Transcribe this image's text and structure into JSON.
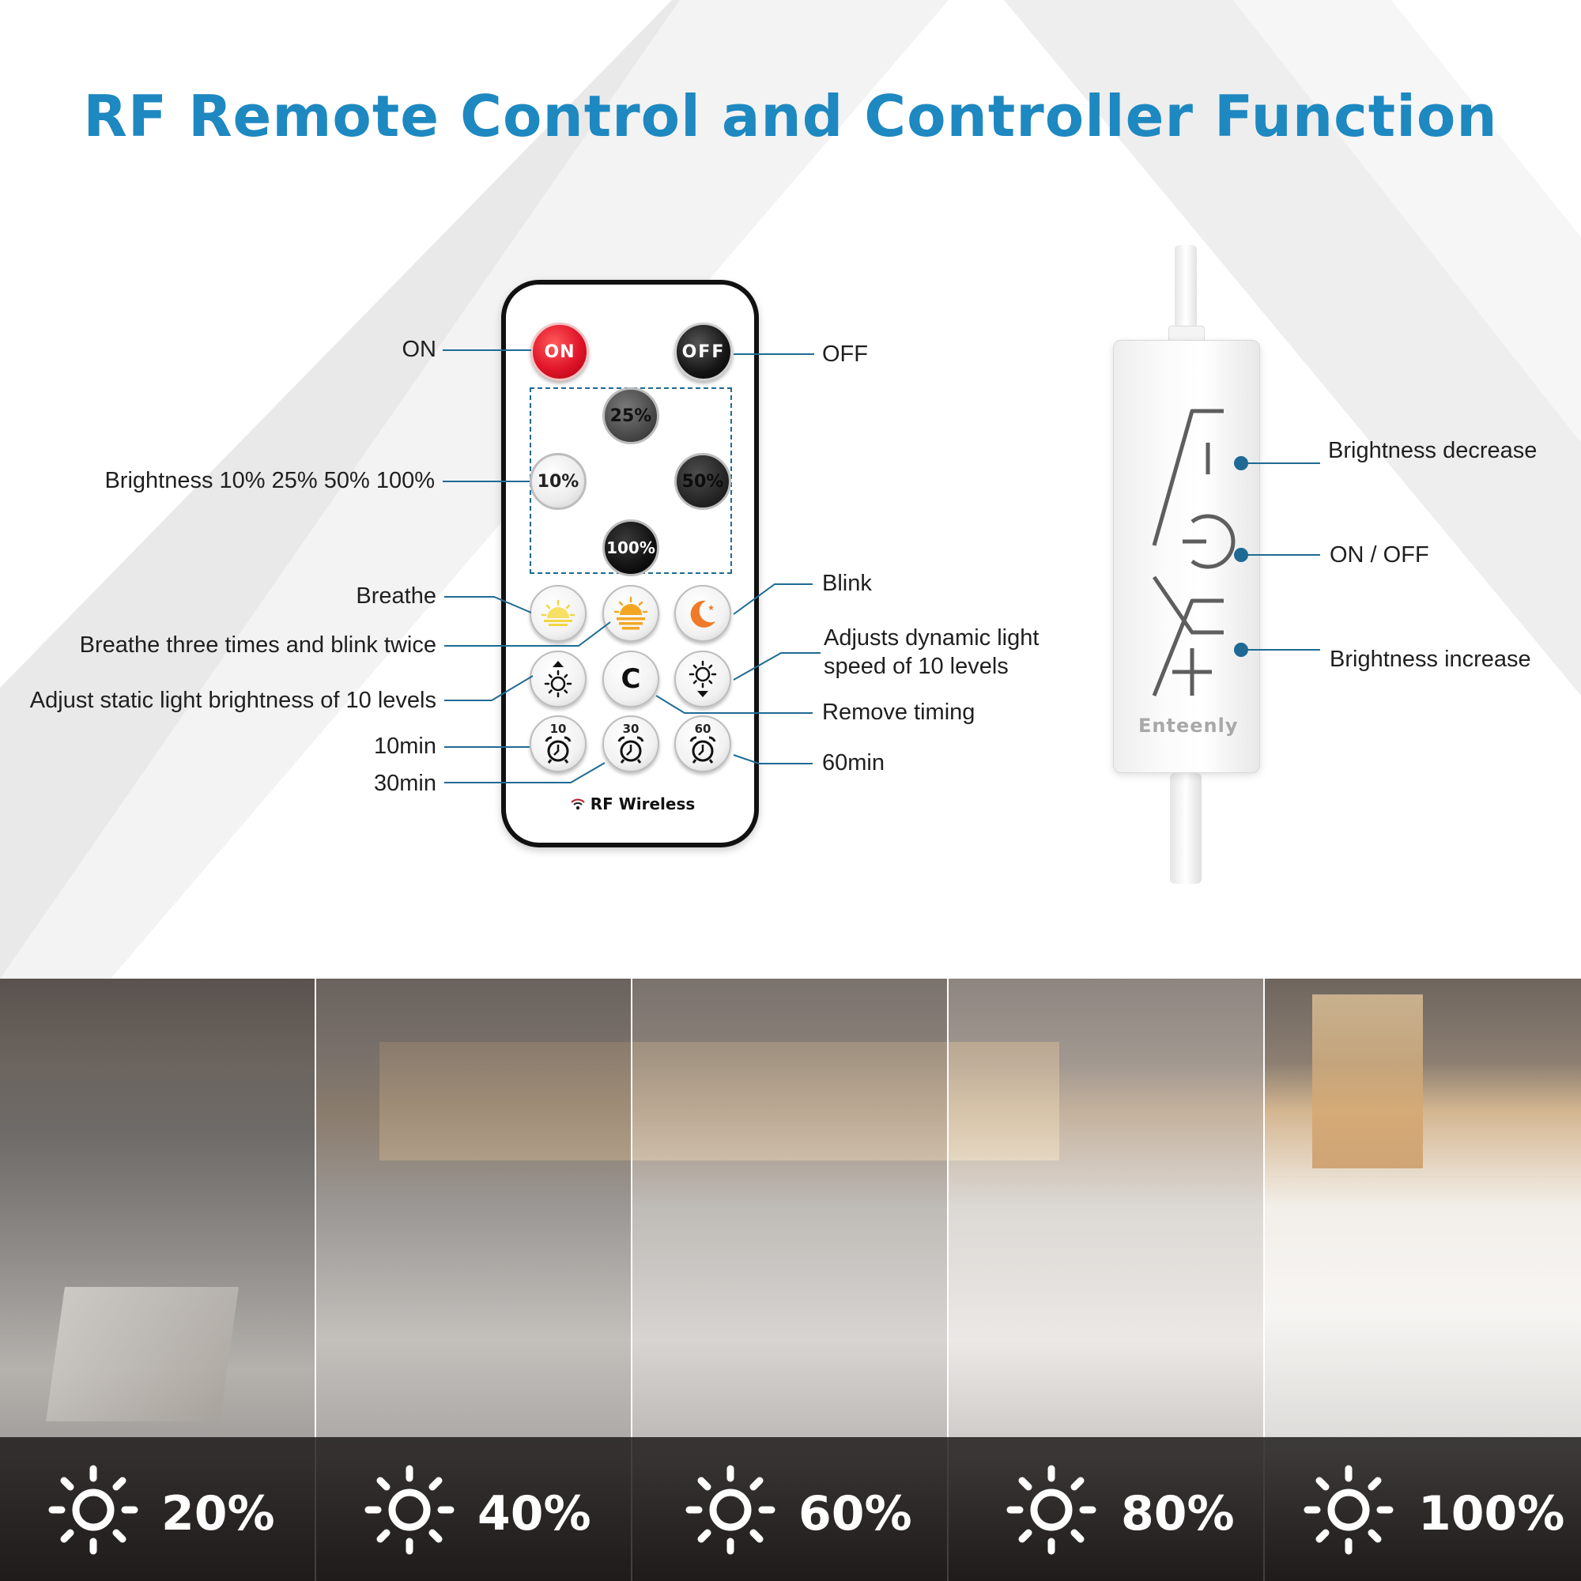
{
  "title": "RF Remote Control and Controller Function",
  "remote": {
    "on_button": "ON",
    "off_button": "OFF",
    "brightness_buttons": [
      "25%",
      "10%",
      "50%",
      "100%"
    ],
    "clear_button": "C",
    "timers": [
      "10",
      "30",
      "60"
    ],
    "wireless_label": "RF Wireless"
  },
  "labels": {
    "on": "ON",
    "off": "OFF",
    "brightness": "Brightness 10% 25% 50% 100%",
    "breathe": "Breathe",
    "breathe_blink": "Breathe three times and blink twice",
    "static": "Adjust static light brightness of 10 levels",
    "ten_min": "10min",
    "thirty_min": "30min",
    "blink": "Blink",
    "dynamic_line1": "Adjusts dynamic light",
    "dynamic_line2": "speed of 10 levels",
    "remove_timing": "Remove timing",
    "sixty_min": "60min"
  },
  "controller": {
    "brand": "Enteenly",
    "brightness_decrease": "Brightness decrease",
    "on_off": "ON / OFF",
    "brightness_increase": "Brightness increase"
  },
  "levels": [
    {
      "label": "20%",
      "value": 20
    },
    {
      "label": "40%",
      "value": 40
    },
    {
      "label": "60%",
      "value": 60
    },
    {
      "label": "80%",
      "value": 80
    },
    {
      "label": "100%",
      "value": 100
    }
  ],
  "colors": {
    "accent": "#1e88c0",
    "leader": "#1f6a94",
    "on_red": "#e0152a",
    "off_black": "#111111"
  }
}
